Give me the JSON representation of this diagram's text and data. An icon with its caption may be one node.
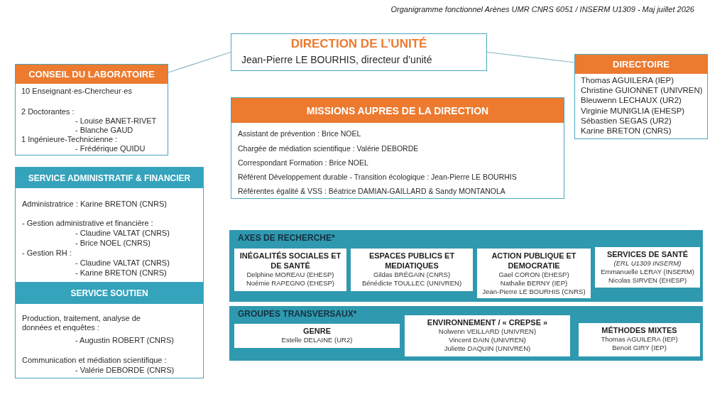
{
  "diagram": {
    "title": "Organigramme fonctionnel Arènes UMR CNRS 6051 / INSERM U1309 - Maj juillet 2026",
    "nodes": [
      {
        "text": [
          "DIRECTION DE L’UNITÉ",
          "Jean-Pierre LE BOURHIS, directeur d’unité"
        ]
      },
      {
        "text": [
          "CONSEIL DU LABORATOIRE",
          "10 Enseignant·es-Chercheur·es",
          "2 Doctorantes :",
          "- Louise BANET-RIVET",
          "- Blanche GAUD",
          "1 Ingénieure-Technicienne :",
          "- Frédérique QUIDU"
        ]
      },
      {
        "text": [
          "DIRECTOIRE",
          "Thomas AGUILERA (IEP)",
          "Christine GUIONNET (UNIVREN)",
          "Bleuwenn LECHAUX (UR2)",
          "Virginie MUNIGLIA (EHESP)",
          "Sébastien SEGAS (UR2)",
          "Karine BRETON (CNRS)"
        ]
      },
      {
        "text": [
          "MISSIONS AUPRES DE LA DIRECTION",
          "Assistant de prévention : Brice NOEL",
          "Chargée de médiation scientifique : Valérie DEBORDE",
          "Correspondant Formation : Brice NOEL",
          "Référent Développement durable - Transition écologique : Jean-Pierre LE BOURHIS",
          "Référentes égalité & VSS : Béatrice DAMIAN-GAILLARD & Sandy MONTANOLA"
        ]
      },
      {
        "text": [
          "SERVICE ADMINISTRATIF & FINANCIER",
          "Administratrice : Karine BRETON (CNRS)",
          "- Gestion administrative et financière :",
          "- Claudine VALTAT (CNRS)",
          "- Brice NOEL (CNRS)",
          "- Gestion RH :",
          "- Claudine VALTAT (CNRS)",
          "- Karine BRETON (CNRS)"
        ]
      },
      {
        "text": [
          "SERVICE SOUTIEN",
          "Production, traitement, analyse de données et enquêtes :",
          "- Augustin ROBERT (CNRS)",
          "Communication et médiation scientifique :",
          "- Valérie DEBORDE (CNRS)"
        ]
      },
      {
        "text": [
          "AXES DE RECHERCHE*"
        ]
      },
      {
        "text": [
          "INÉGALITÉS SOCIALES ET DE SANTÉ",
          "Delphine MOREAU (EHESP)",
          "Noémie RAPEGNO (EHESP)"
        ],
        "in": 6
      },
      {
        "text": [
          "ESPACES PUBLICS ET MEDIATIQUES",
          "Gildas BRÉGAIN (CNRS)",
          "Bénédicte TOULLEC (UNIVREN)"
        ],
        "in": 6
      },
      {
        "text": [
          "ACTION PUBLIQUE ET DEMOCRATIE",
          "Gael CORON (EHESP)",
          "Nathalie BERNY (IEP)",
          "Jean-Pierre LE BOURHIS (CNRS)"
        ],
        "in": 6
      },
      {
        "text": [
          "SERVICES DE SANTÉ",
          "(ERL U1309 INSERM)",
          "Emmanuelle LERAY (INSERM)",
          "Nicolas SIRVEN (EHESP)"
        ],
        "in": 6
      },
      {
        "text": [
          "GROUPES TRANSVERSAUX*"
        ]
      },
      {
        "text": [
          "GENRE",
          "Estelle DELAINE (UR2)"
        ],
        "in": 11
      },
      {
        "text": [
          "ENVIRONNEMENT / « CREPSE »",
          "Nolwenn VEILLARD (UNIVREN)",
          "Vincent DAIN (UNIVREN)",
          "Juliette DAQUIN (UNIVREN)"
        ],
        "in": 11
      },
      {
        "text": [
          "MÉTHODES MIXTES",
          "Thomas AGUILERA (IEP)",
          "Benoit GIRY (IEP)"
        ],
        "in": 11
      }
    ],
    "edges": [
      {
        "from": 0,
        "to": 1,
        "arrow": "none"
      },
      {
        "from": 0,
        "to": 2,
        "arrow": "none"
      }
    ]
  }
}
